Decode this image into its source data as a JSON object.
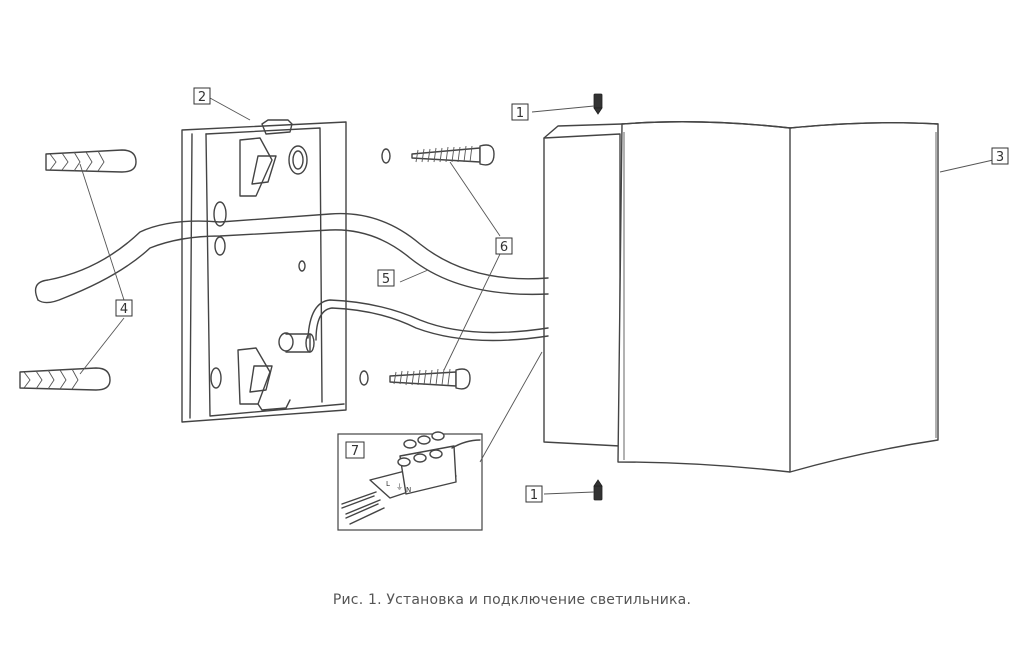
{
  "caption": "Рис. 1. Установка и подключение светильника.",
  "callouts": [
    {
      "key": "set-screw-top",
      "label": "1"
    },
    {
      "key": "set-screw-bottom",
      "label": "1"
    },
    {
      "key": "mounting-plate",
      "label": "2"
    },
    {
      "key": "lamp-shade",
      "label": "3"
    },
    {
      "key": "wall-plugs",
      "label": "4"
    },
    {
      "key": "power-cable",
      "label": "5"
    },
    {
      "key": "screws",
      "label": "6"
    },
    {
      "key": "terminal-block-detail",
      "label": "7"
    }
  ],
  "terminal_markings": [
    "L",
    "⏚",
    "N"
  ]
}
